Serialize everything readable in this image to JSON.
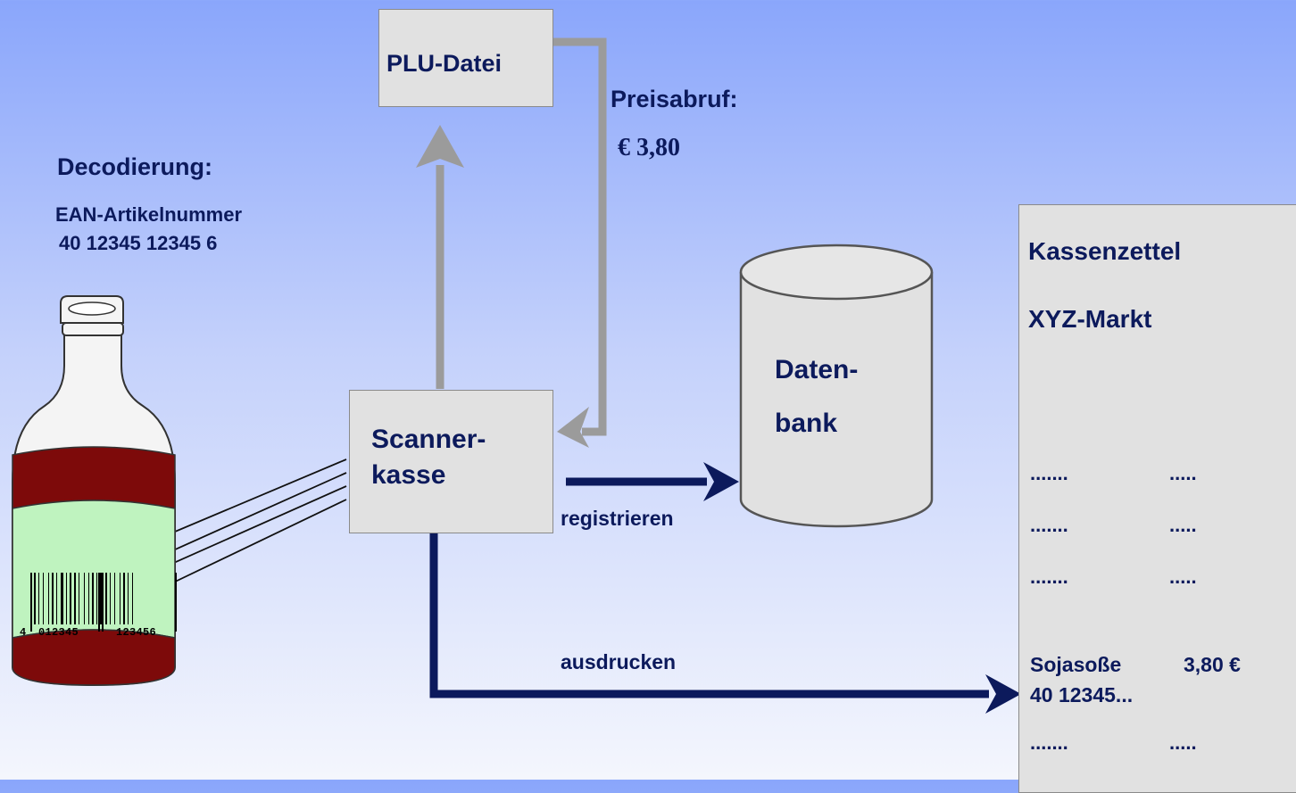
{
  "decoding": {
    "title": "Decodierung:",
    "line1": "EAN-Artikelnummer",
    "line2": "40 12345 12345 6"
  },
  "barcode": {
    "digits_first": "4",
    "digits_left": "012345",
    "digits_right": "123456"
  },
  "plu_box": {
    "label": "PLU-Datei"
  },
  "price_lookup": {
    "title": "Preisabruf:",
    "price": "€ 3,80"
  },
  "scanner_box": {
    "line1": "Scanner-",
    "line2": "kasse"
  },
  "database": {
    "line1": "Daten-",
    "line2": "bank"
  },
  "arrows": {
    "register": "registrieren",
    "print": "ausdrucken"
  },
  "receipt": {
    "title": "Kassenzettel",
    "store": "XYZ-Markt",
    "rows": [
      {
        "left": ".......",
        "right": "....."
      },
      {
        "left": ".......",
        "right": "....."
      },
      {
        "left": ".......",
        "right": "....."
      }
    ],
    "item": {
      "name": "Sojasoße",
      "price": "3,80 €",
      "code": "40 12345..."
    },
    "last_row": {
      "left": ".......",
      "right": "....."
    }
  },
  "colors": {
    "navy": "#0c1a5c",
    "gray_arrow": "#9b9b9b",
    "box_fill": "#e1e1e1",
    "bottle_red": "#7d0a0a",
    "label_green": "#bff3bf"
  }
}
